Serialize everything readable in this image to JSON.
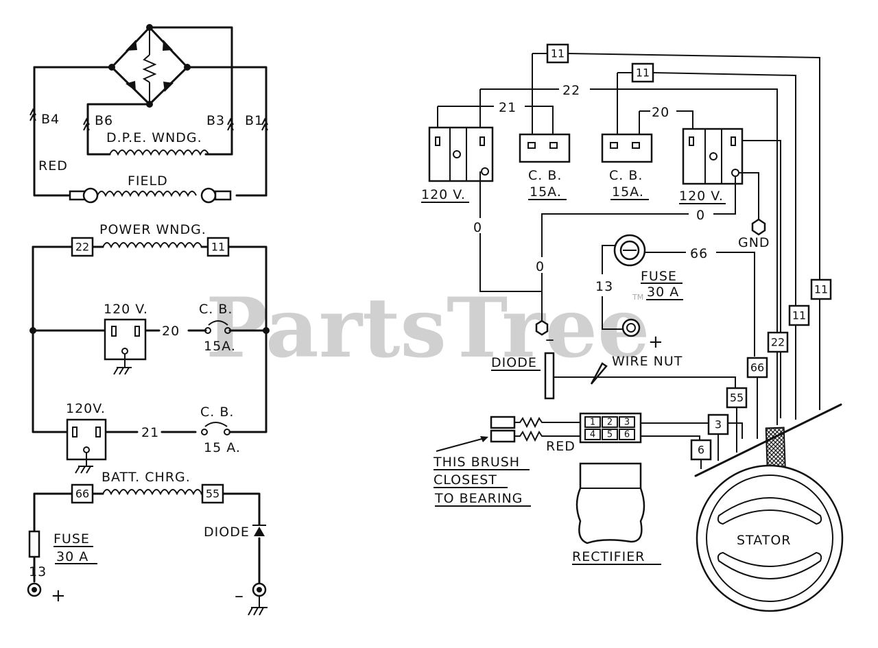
{
  "watermark": {
    "text": "PartsTree",
    "tm": "TM"
  },
  "left": {
    "bridge": {
      "labels": {
        "b4": "B4",
        "b6": "B6",
        "b3": "B3",
        "b1": "B1"
      },
      "dpe_winding": "D.P.E. WNDG.",
      "red": "RED",
      "field": "FIELD"
    },
    "power": {
      "title": "POWER WNDG.",
      "tag_22": "22",
      "tag_11": "11",
      "upper_outlet": "120 V.",
      "upper_wire": "20",
      "upper_cb": "C. B.",
      "upper_cb_rating": "15A.",
      "lower_outlet": "120V.",
      "lower_wire": "21",
      "lower_cb": "C. B.",
      "lower_cb_rating": "15 A."
    },
    "battery": {
      "title": "BATT. CHRG.",
      "tag_66": "66",
      "tag_55": "55",
      "fuse": "FUSE",
      "fuse_rating": "30 A",
      "fuse_wire": "13",
      "diode": "DIODE",
      "plus": "+",
      "minus": "–"
    }
  },
  "right": {
    "wires": {
      "w22": "22",
      "w21": "21",
      "w20": "20",
      "w0a": "0",
      "w0b": "0",
      "w0c": "0",
      "w66": "66",
      "w13": "13"
    },
    "outlet_left": "120 V.",
    "outlet_right": "120 V.",
    "cb1": "C. B.",
    "cb1_rating": "15A.",
    "cb2": "C. B.",
    "cb2_rating": "15A.",
    "gnd": "GND",
    "fuse": "FUSE",
    "fuse_rating": "30 A",
    "plus": "+",
    "minus": "–",
    "diode": "DIODE",
    "wire_nut": "WIRE NUT",
    "red": "RED",
    "brush_note": [
      "THIS BRUSH",
      "CLOSEST",
      "TO BEARING"
    ],
    "rectifier": "RECTIFIER",
    "stator": "STATOR",
    "tags": {
      "t11a": "11",
      "t11b": "11",
      "t11c": "11",
      "t11d": "11",
      "t22": "22",
      "t66": "66",
      "t55": "55",
      "t3": "3",
      "t6": "6"
    },
    "connector_pins": [
      "1",
      "2",
      "3",
      "4",
      "5",
      "6"
    ]
  }
}
